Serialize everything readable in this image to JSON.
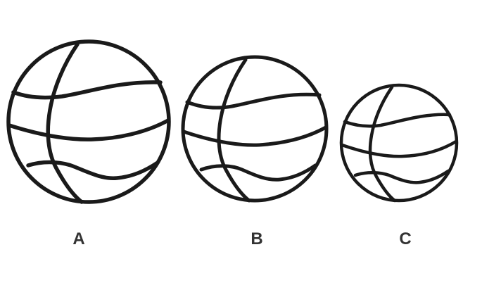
{
  "balls": [
    {
      "label": "A"
    },
    {
      "label": "B"
    },
    {
      "label": "C"
    }
  ],
  "colors": {
    "background": "#ffffff",
    "stroke": "#1a1a1a",
    "label": "#333333"
  }
}
